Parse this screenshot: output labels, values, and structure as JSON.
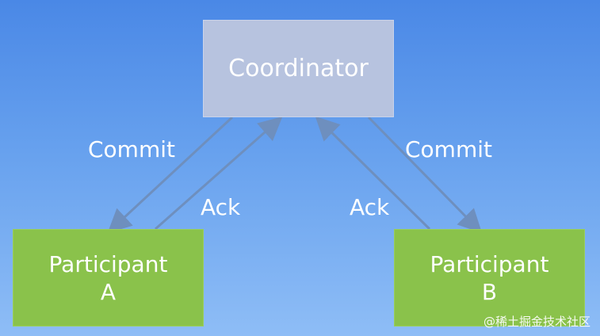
{
  "diagram": {
    "nodes": {
      "coordinator": "Coordinator",
      "participant_a": {
        "line1": "Participant",
        "line2": "A"
      },
      "participant_b": {
        "line1": "Participant",
        "line2": "B"
      }
    },
    "edges": {
      "commit_a": "Commit",
      "ack_a": "Ack",
      "ack_b": "Ack",
      "commit_b": "Commit"
    },
    "watermark": "@稀土掘金技术社区"
  },
  "colors": {
    "background_top": "#4a88e6",
    "background_bottom": "#8ebdf6",
    "coordinator_fill": "#b7c3df",
    "participant_fill": "#8ac24b",
    "arrow": "#6e8fbe",
    "text": "#ffffff"
  }
}
